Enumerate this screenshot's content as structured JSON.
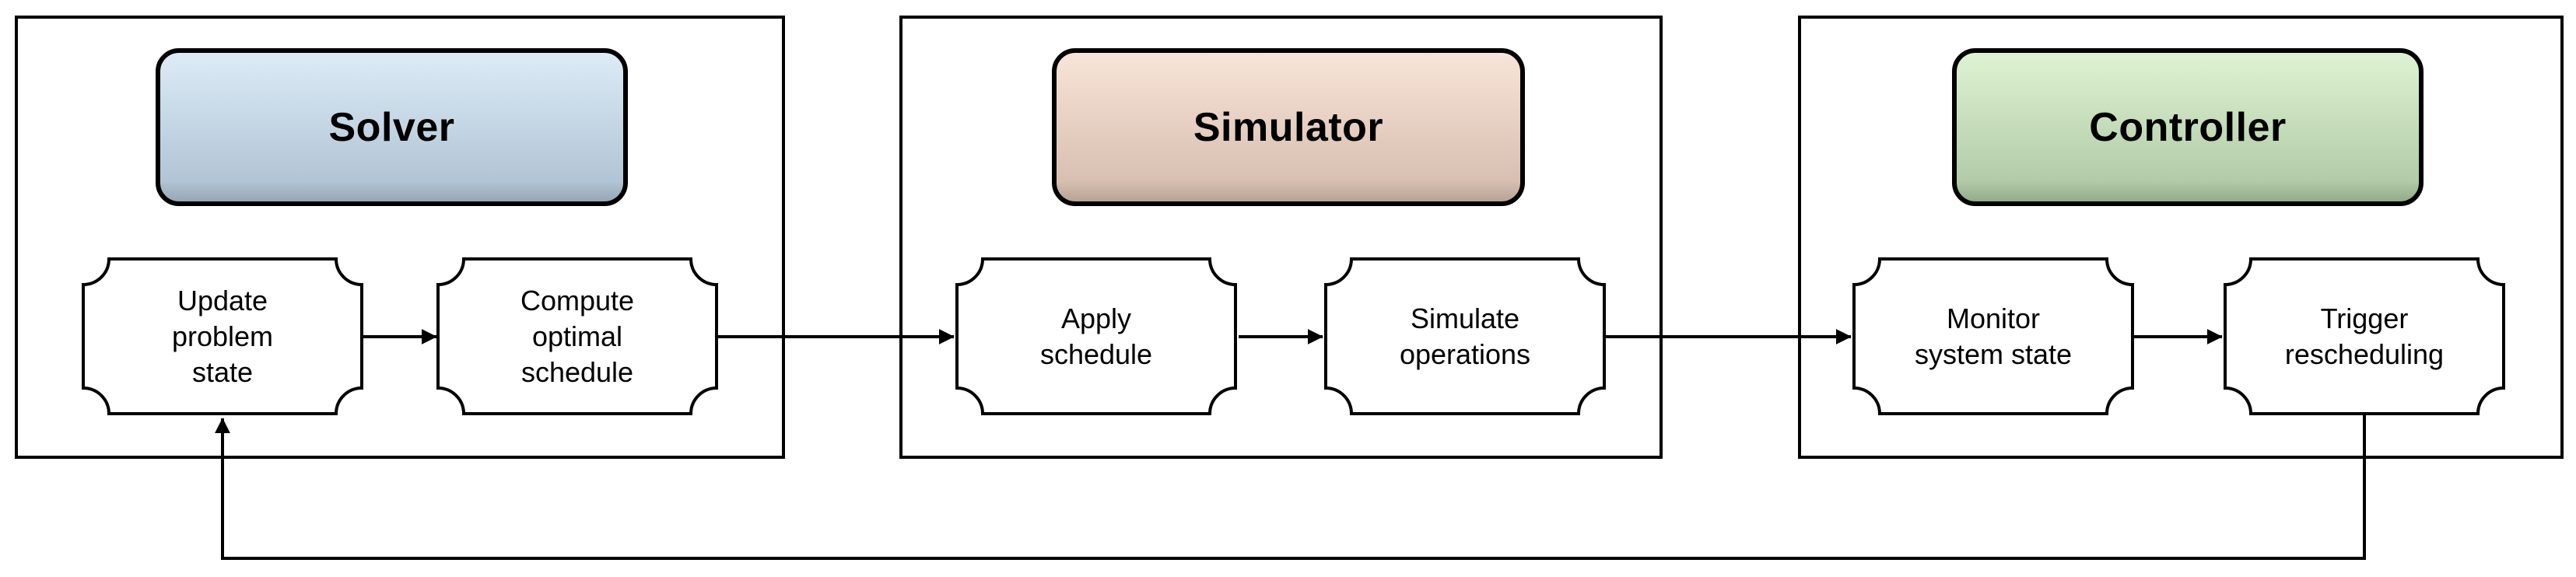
{
  "diagram": {
    "groups": [
      {
        "title": "Solver",
        "steps": [
          {
            "label": "Update\nproblem\nstate"
          },
          {
            "label": "Compute\noptimal\nschedule"
          }
        ]
      },
      {
        "title": "Simulator",
        "steps": [
          {
            "label": "Apply\nschedule"
          },
          {
            "label": "Simulate\noperations"
          }
        ]
      },
      {
        "title": "Controller",
        "steps": [
          {
            "label": "Monitor\nsystem state"
          },
          {
            "label": "Trigger\nrescheduling"
          }
        ]
      }
    ],
    "flow": [
      "Update problem state -> Compute optimal schedule",
      "Compute optimal schedule -> Apply schedule",
      "Apply schedule -> Simulate operations",
      "Simulate operations -> Monitor system state",
      "Monitor system state -> Trigger rescheduling",
      "Trigger rescheduling -> Update problem state (feedback loop)"
    ]
  },
  "colors": {
    "background": "#ffffff",
    "line": "#000000",
    "text": "#000000",
    "node_fill": "#ffffff",
    "solver_top": "#dcebf6",
    "solver_mid": "#b2c5d6",
    "solver_edge": "#97a6b3",
    "simulator_top": "#f8e4d8",
    "simulator_mid": "#d8c0b1",
    "simulator_edge": "#b6a396",
    "controller_top": "#def3d3",
    "controller_mid": "#b3cba8",
    "controller_edge": "#94ab89"
  }
}
